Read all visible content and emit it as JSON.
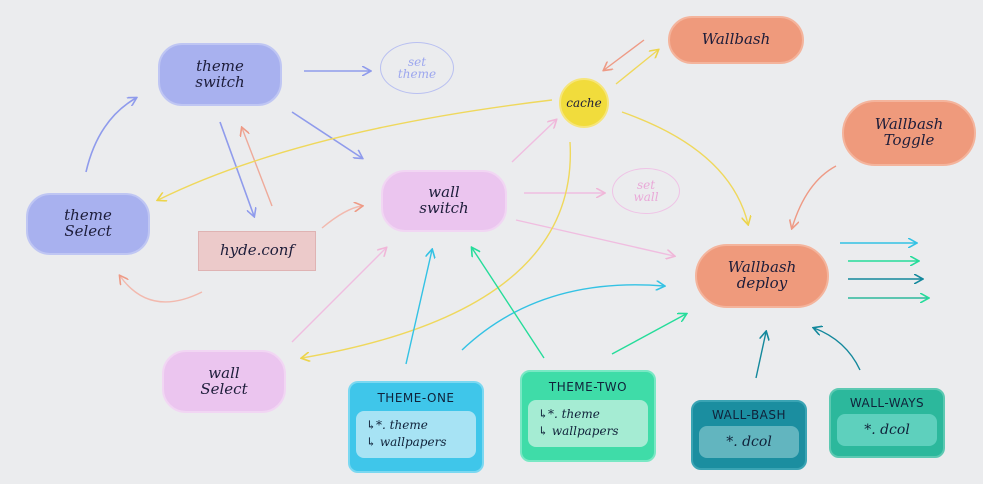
{
  "diagram": {
    "nodes": {
      "theme_switch": "theme\nswitch",
      "theme_select": "theme\nSelect",
      "wall_switch": "wall\nswitch",
      "wall_select": "wall\nSelect",
      "hyde_conf": "hyde.conf",
      "cache": "cache",
      "wallbash": "Wallbash",
      "wallbash_toggle": "Wallbash\nToggle",
      "wallbash_deploy": "Wallbash\ndeploy"
    },
    "ghost_labels": {
      "set_theme": "set\ntheme",
      "set_wall": "set\nwall"
    },
    "cards": {
      "theme_one": {
        "title": "THEME-ONE",
        "lines": [
          "↳*. theme",
          "↳ wallpapers"
        ]
      },
      "theme_two": {
        "title": "THEME-TWO",
        "lines": [
          "↳*. theme",
          "↳ wallpapers"
        ]
      },
      "wall_bash": {
        "title": "WALL-BASH",
        "lines": [
          "*. dcol"
        ]
      },
      "wall_ways": {
        "title": "WALL-WAYS",
        "lines": [
          "*. dcol"
        ]
      }
    },
    "colors": {
      "background": "#ebecee",
      "theme_nodes": "#a8b1ef",
      "wall_nodes": "#ebc5ef",
      "hyde_conf": "#eccaca",
      "cache": "#f1dc3c",
      "wallbash_nodes": "#ef9a7c",
      "theme_one": "#3fc6ea",
      "theme_two": "#3fdca8",
      "wall_bash": "#1b8ea0",
      "wall_ways": "#2cb89c"
    }
  }
}
